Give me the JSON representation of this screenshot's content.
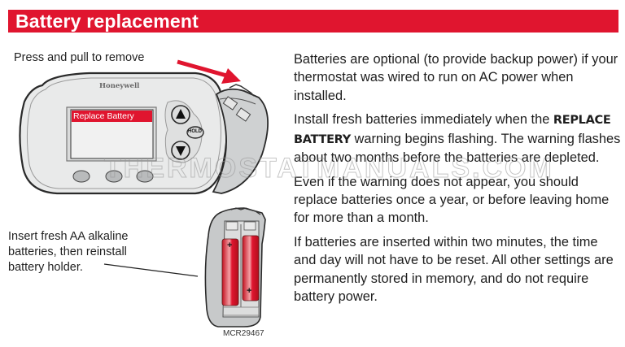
{
  "header": {
    "title": "Battery replacement",
    "bar_color": "#e0152f"
  },
  "illustration_top": {
    "callout": "Press and pull to remove",
    "brand_logo": "Honeywell",
    "screen_message": "Replace Battery",
    "buttons": {
      "up": "up-arrow",
      "hold": "HOLD",
      "down": "down-arrow"
    },
    "soft_keys": 3
  },
  "illustration_bottom": {
    "callout": "Insert fresh AA alkaline batteries, then reinstall battery holder.",
    "battery_polarity_mark": "+",
    "figure_id": "MCR29467"
  },
  "watermark": "THERMOSTATMANUALS.COM",
  "body": {
    "paragraphs": [
      {
        "text": "Batteries are optional (to provide backup power) if your thermostat was wired to run on AC power when installed."
      },
      {
        "text_before": "Install fresh batteries immediately when the ",
        "strong": "REPLACE BATTERY",
        "text_after": " warning begins flashing. The warning flashes about two months before the batteries are depleted."
      },
      {
        "text": "Even if the warning does not appear, you should replace batteries once a year, or before leaving home for more than a month."
      },
      {
        "text": "If batteries are inserted within two minutes, the time and day will not have to be reset. All other settings are permanently stored in memory, and do not require battery power."
      }
    ]
  }
}
